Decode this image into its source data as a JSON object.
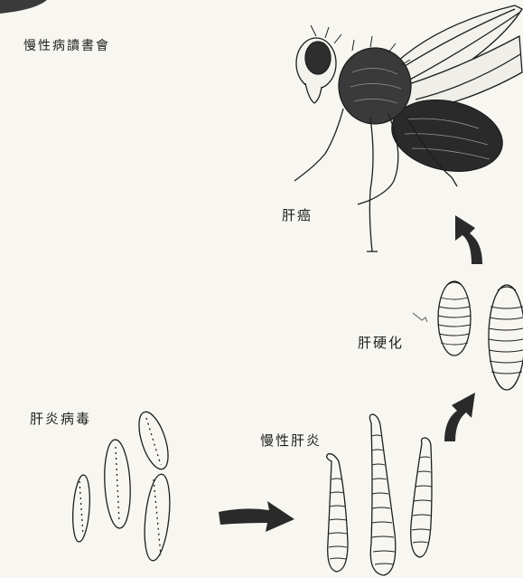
{
  "title": "慢性病讀書會",
  "stages": {
    "virus": "肝炎病毒",
    "chronic_hepatitis": "慢性肝炎",
    "cirrhosis": "肝硬化",
    "cancer": "肝癌"
  },
  "colors": {
    "ink": "#1e1e1e",
    "paper": "#f7f6f1",
    "arrow": "#2a2a2a"
  }
}
